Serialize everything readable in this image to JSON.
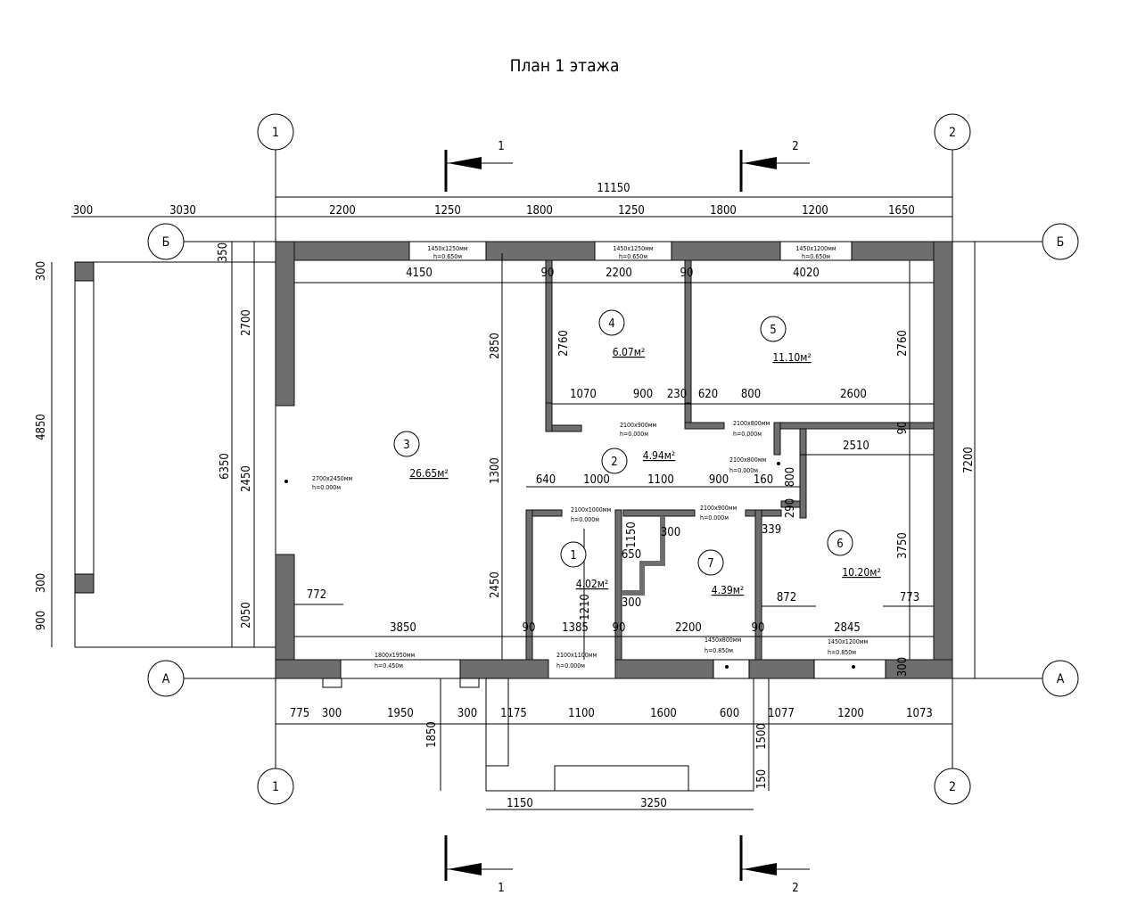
{
  "title": "План 1 этажа",
  "axes": {
    "vertical": [
      "1",
      "2"
    ],
    "horizontal": [
      "Б",
      "А"
    ]
  },
  "sections": [
    "1",
    "2"
  ],
  "rooms": [
    {
      "number": "1",
      "area": "4.02м²"
    },
    {
      "number": "2",
      "area": "4.94м²"
    },
    {
      "number": "3",
      "area": "26.65м²"
    },
    {
      "number": "4",
      "area": "6.07м²"
    },
    {
      "number": "5",
      "area": "11.10м²"
    },
    {
      "number": "6",
      "area": "10.20м²"
    },
    {
      "number": "7",
      "area": "4.39м²"
    }
  ],
  "dimensions": {
    "total_width": "11150",
    "top": [
      "2200",
      "1250",
      "1800",
      "1250",
      "1800",
      "1200",
      "1650"
    ],
    "top_left": [
      "300",
      "3030"
    ],
    "inner_top": [
      "4150",
      "90",
      "2200",
      "90",
      "4020"
    ],
    "mid1": [
      "1070",
      "900",
      "230",
      "620",
      "800",
      "2600"
    ],
    "mid2": [
      "640",
      "1000",
      "1100",
      "900",
      "160"
    ],
    "lower_small": [
      "2510",
      "800",
      "290",
      "300",
      "339",
      "1150",
      "650",
      "300"
    ],
    "lower_row": [
      "772",
      "3850",
      "90",
      "1385",
      "90",
      "2200",
      "90",
      "2845",
      "872",
      "773"
    ],
    "bottom": [
      "775",
      "300",
      "1950",
      "300",
      "1175",
      "1100",
      "1600",
      "600",
      "1077",
      "1200",
      "1073"
    ],
    "porch": [
      "1150",
      "3250",
      "1850",
      "1500",
      "150"
    ],
    "right": [
      "7200",
      "2760",
      "90",
      "3750",
      "300"
    ],
    "left": [
      "6350",
      "2700",
      "2450",
      "2050",
      "350"
    ],
    "left_outer": [
      "300",
      "4850",
      "300",
      "900"
    ],
    "interior_vertical": [
      "2850",
      "1300",
      "2450",
      "2760",
      "1210"
    ]
  },
  "openings": {
    "w1": [
      "1450x1250мм",
      "h=0.650м"
    ],
    "w2": [
      "1450x1250мм",
      "h=0.650м"
    ],
    "w3": [
      "1450x1200мм",
      "h=0.650м"
    ],
    "w_left": [
      "2700x2450мм",
      "h=0.000м"
    ],
    "w_bottom_left": [
      "1800x1950мм",
      "h=0.450м"
    ],
    "w_bottom_mid": [
      "1450x800мм",
      "h=0.850м"
    ],
    "w_bottom_right": [
      "1450x1200мм",
      "h=0.850м"
    ],
    "d4": [
      "2100x900мм",
      "h=0.000м"
    ],
    "d5": [
      "2100x800мм",
      "h=0.000м"
    ],
    "d_bath": [
      "2100x800мм",
      "h=0.000м"
    ],
    "d1": [
      "2100x1000мм",
      "h=0.000м"
    ],
    "d7": [
      "2100x900мм",
      "h=0.000м"
    ],
    "d_entry": [
      "2100x1100мм",
      "h=0.000м"
    ]
  }
}
